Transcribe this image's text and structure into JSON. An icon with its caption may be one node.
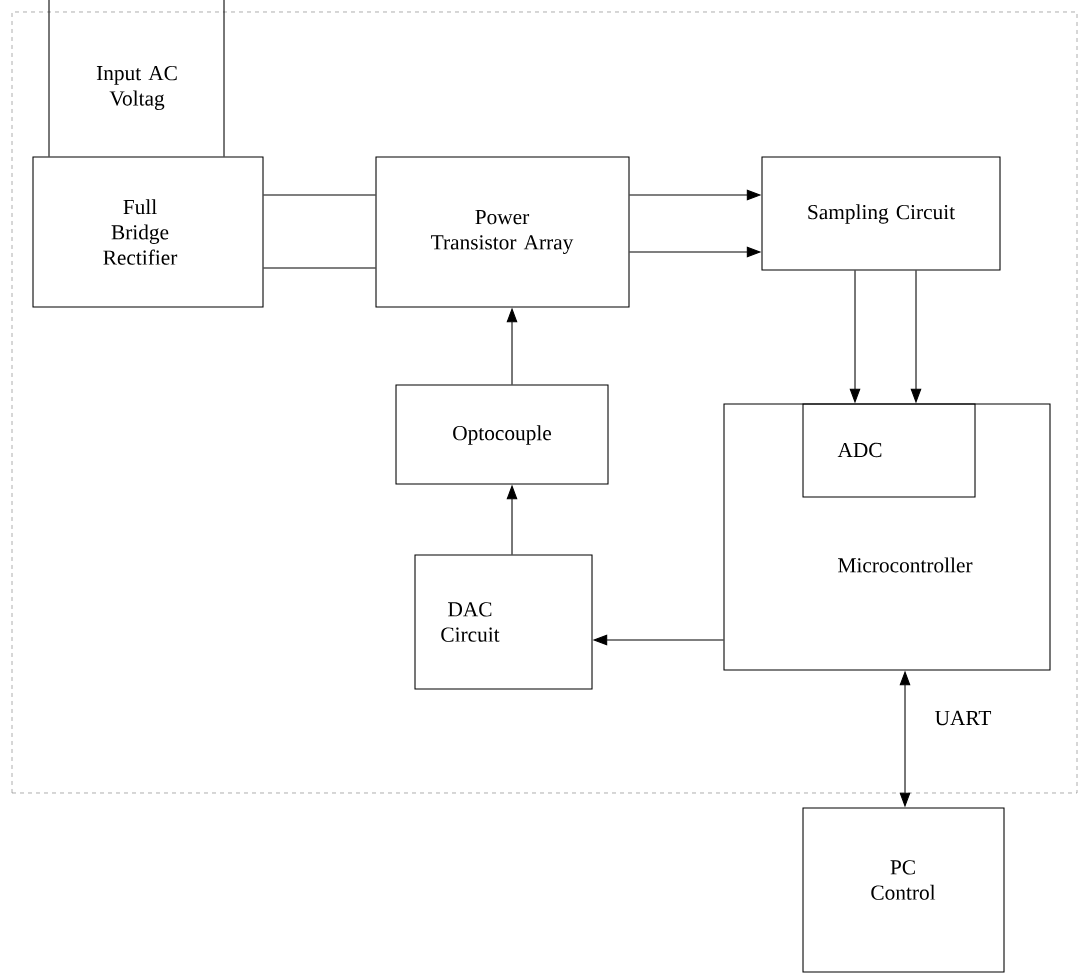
{
  "diagram": {
    "nodes": [
      {
        "text": [],
        "shape": "box"
      },
      {
        "text": [
          "Full Bridge Rectifier"
        ],
        "in": 0
      },
      {
        "text": [
          "Power Transistor Array"
        ],
        "in": 0
      },
      {
        "text": [
          "Sampling Circuit"
        ],
        "in": 0
      },
      {
        "text": [
          "Optocouple"
        ],
        "in": 0
      },
      {
        "text": [
          "Microcontroller"
        ],
        "in": 0
      },
      {
        "text": [
          "ADC"
        ],
        "in": 5
      },
      {
        "text": [
          "DAC Circuit"
        ],
        "in": 0
      },
      {
        "text": [
          "PC Control"
        ]
      }
    ],
    "edges": [
      {
        "from": null,
        "to": 1,
        "arrow": "none"
      },
      {
        "from": null,
        "to": 1,
        "arrow": "none"
      },
      {
        "from": 1,
        "to": 2,
        "arrow": "none"
      },
      {
        "from": 1,
        "to": 2,
        "arrow": "none"
      },
      {
        "from": 2,
        "to": 3,
        "arrow": "to"
      },
      {
        "from": 2,
        "to": 3,
        "arrow": "to"
      },
      {
        "from": 3,
        "to": 6,
        "arrow": "to"
      },
      {
        "from": 3,
        "to": 6,
        "arrow": "to"
      },
      {
        "from": 4,
        "to": 2,
        "arrow": "to"
      },
      {
        "from": 7,
        "to": 4,
        "arrow": "to"
      },
      {
        "from": 5,
        "to": 7,
        "arrow": "to"
      },
      {
        "from": 5,
        "to": 8,
        "arrow": "both",
        "label": "UART"
      }
    ],
    "labels": [
      "Input AC Voltag"
    ]
  }
}
